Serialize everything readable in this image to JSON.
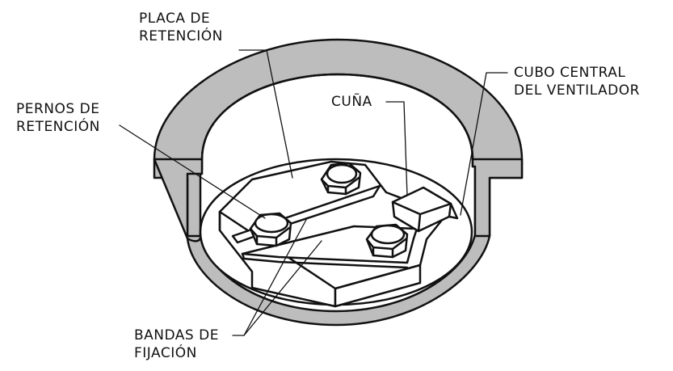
{
  "labels": {
    "placa": {
      "line1": "PLACA DE",
      "line2": "RETENCIÓN"
    },
    "cubo": {
      "line1": "CUBO CENTRAL",
      "line2": "DEL VENTILADOR"
    },
    "cuna": {
      "line1": "CUÑA"
    },
    "pernos": {
      "line1": "PERNOS DE",
      "line2": "RETENCIÓN"
    },
    "bandas": {
      "line1": "BANDAS DE",
      "line2": "FIJACIÓN"
    }
  },
  "colors": {
    "line": "#111111",
    "section_fill": "#bdbdbd",
    "background": "#ffffff"
  }
}
